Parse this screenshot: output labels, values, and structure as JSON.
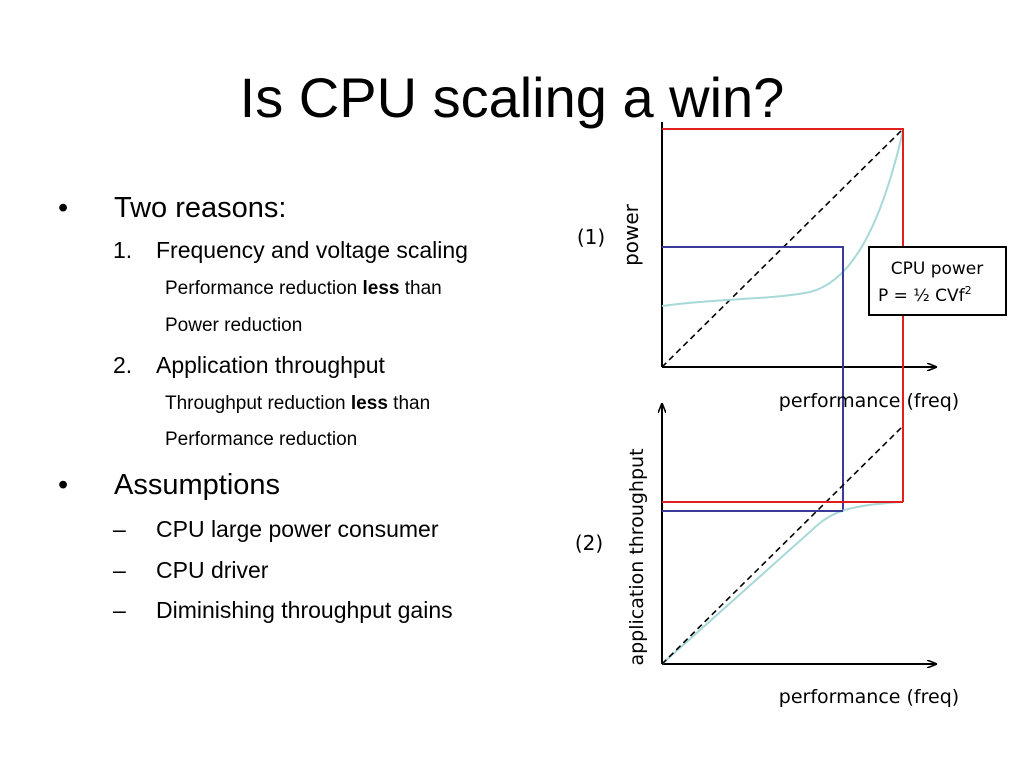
{
  "title": "Is CPU scaling a win?",
  "bullets": {
    "two_reasons": {
      "marker": "•",
      "text": "Two reasons:"
    },
    "reason1": {
      "marker": "1.",
      "text": "Frequency and voltage scaling"
    },
    "reason1_detail_a_pre": "Performance reduction ",
    "reason1_detail_a_bold": "less",
    "reason1_detail_a_post": " than",
    "reason1_detail_b": "Power reduction",
    "reason2": {
      "marker": "2.",
      "text": "Application throughput"
    },
    "reason2_detail_a_pre": "Throughput reduction ",
    "reason2_detail_a_bold": "less",
    "reason2_detail_a_post": " than",
    "reason2_detail_b": "Performance reduction",
    "assumptions": {
      "marker": "•",
      "text": "Assumptions"
    },
    "assumption_items": [
      {
        "marker": "–",
        "text": "CPU large power consumer"
      },
      {
        "marker": "–",
        "text": "CPU driver"
      },
      {
        "marker": "–",
        "text": "Diminishing throughput gains"
      }
    ]
  },
  "diagram": {
    "graph1": {
      "number": "(1)",
      "ylabel": "power",
      "xlabel": "performance (freq)"
    },
    "graph2": {
      "number": "(2)",
      "ylabel": "application throughput",
      "xlabel": "performance (freq)"
    },
    "formula_box": {
      "line1": "CPU power",
      "line2_prefix": "P = ½ CVf",
      "line2_sup": "2"
    },
    "colors": {
      "axis": "#000000",
      "dashed": "#000000",
      "curve": "#a8d8d8",
      "red": "#e02020",
      "blue": "#3a3a9a"
    }
  }
}
